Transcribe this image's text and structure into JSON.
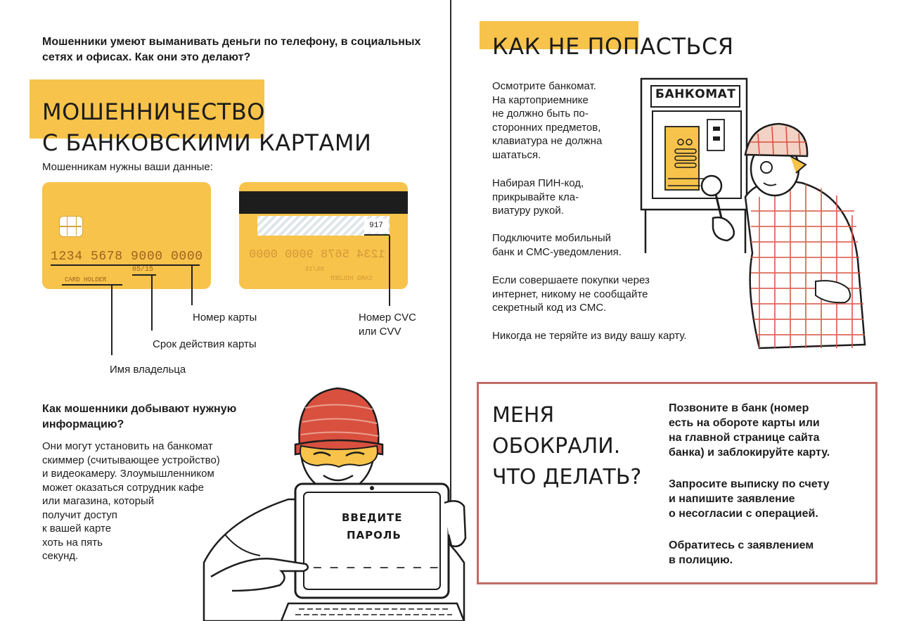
{
  "left_page": {
    "intro": "Мошенники умеют выманивать деньги по телефону, в социальных сетях и офисах. Как они это делают?",
    "title_line1": "МОШЕННИЧЕСТВО",
    "title_line2": "С БАНКОВСКИМИ КАРТАМИ",
    "needs_label": "Мошенникам нужны ваши данные:",
    "card_front": {
      "number": "1234 5678 9000 0000",
      "expiry": "05/15",
      "holder": "CARD HOLDER"
    },
    "card_back": {
      "cvc": "917",
      "mirrored_number": "1234 5678 9000 0000",
      "mirrored_expiry": "05/15",
      "mirrored_holder": "CARD HOLDER"
    },
    "labels": {
      "card_number": "Номер карты",
      "expiry": "Срок действия карты",
      "holder": "Имя владельца",
      "cvc_line1": "Номер CVC",
      "cvc_line2": "или CVV"
    },
    "how_title": "Как мошенники добывают нужную информацию?",
    "how_text": "Они могут установить на банкомат\nскиммер (считывающее устройство)\nи видеокамеру. Злоумышленником\nможет оказаться сотрудник кафе\nили магазина, который\nполучит доступ\nк вашей карте\nхоть на пять\nсекунд.",
    "laptop_line1": "ВВЕДИТЕ",
    "laptop_line2": "ПАРОЛЬ",
    "laptop_field": "_ _ _ _ _ _ _ _"
  },
  "right_page": {
    "title": "КАК НЕ ПОПАСТЬСЯ",
    "atm_label": "БАНКОМАТ",
    "tips": [
      "Осмотрите банкомат.\nНа картоприемнике\nне должно быть по-\nсторонних предметов,\nклавиатура не должна\nшататься.",
      "Набирая ПИН-код,\nприкрывайте кла-\nвиатуру рукой.",
      "Подключите мобильный\nбанк и СМС-уведомления.",
      "Если совершаете покупки через\nинтернет, никому не сообщайте\nсекретный код из СМС.",
      "Никогда не теряйте из виду вашу карту."
    ],
    "robbed_title": "МЕНЯ\nОБОКРАЛИ.\nЧТО ДЕЛАТЬ?",
    "robbed_steps": [
      "Позвоните в банк (номер\nесть на обороте карты или\nна главной странице сайта\nбанка) и заблокируйте карту.",
      "Запросите выписку по счету\nи напишите заявление\nо несогласии с операцией.",
      "Обратитесь с заявлением\nв полицию."
    ]
  },
  "colors": {
    "accent_yellow": "#f7c34a",
    "box_border": "#c26a66",
    "card_text": "#a0611e",
    "hat_red": "#d9503f"
  }
}
